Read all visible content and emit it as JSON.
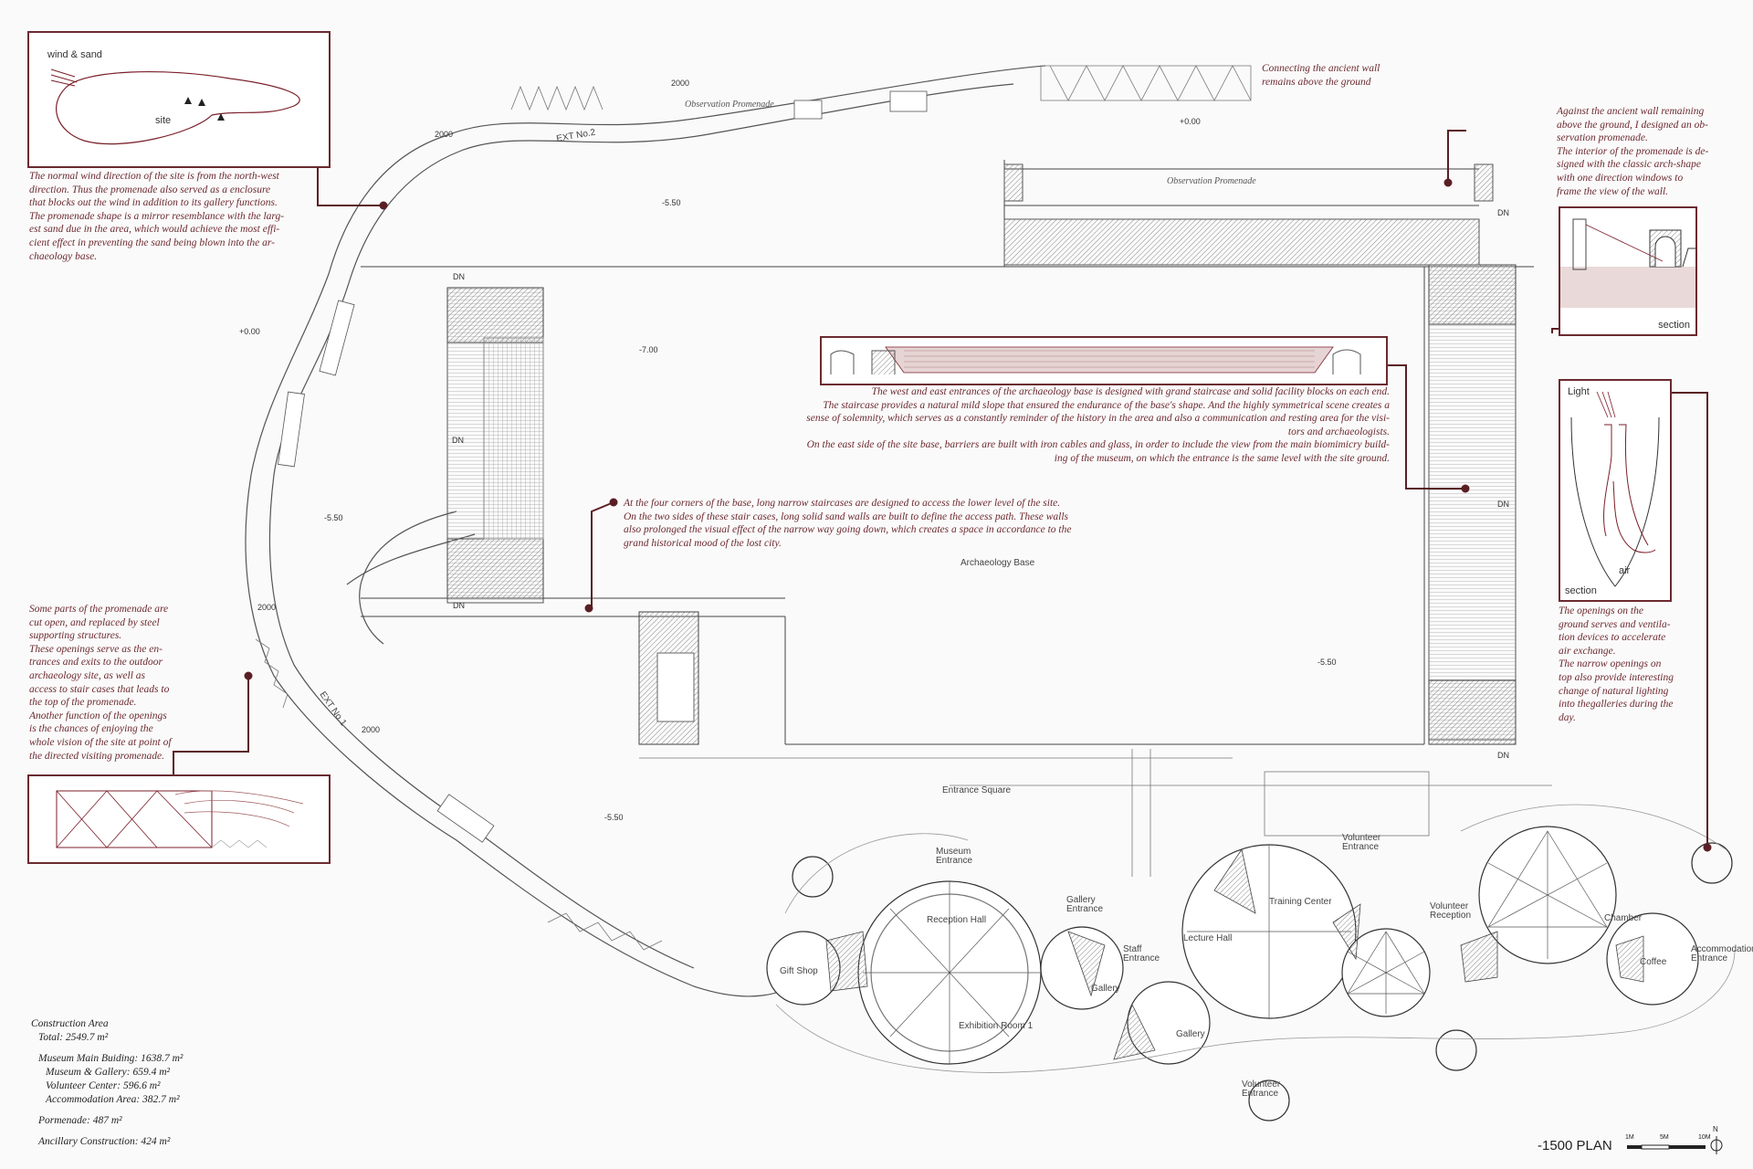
{
  "plan": {
    "title": "-1500 PLAN",
    "scale_labels": [
      "1M",
      "5M",
      "10M"
    ],
    "north": "N"
  },
  "insets": {
    "wind": {
      "title": "wind & sand",
      "site_label": "site"
    },
    "vault": {
      "label": "section"
    },
    "light": {
      "light_label": "Light",
      "air_label": "air",
      "section_label": "section"
    }
  },
  "notes": {
    "wind": "The normal wind direction of the site is from the north-west\ndirection. Thus the promenade also served as a enclosure\nthat blocks out the wind in addition to its gallery functions.\nThe promenade shape is a mirror resemblance with the larg-\nest sand due in the area, which would achieve the most effi-\ncient effect in preventing the sand being blown into the ar-\nchaeology base.",
    "wall": "Connecting the ancient wall\nremains above the ground",
    "promenade_right": "Against the ancient wall remaining\nabove the ground, I designed an ob-\nservation promenade.\nThe interior of the promenade is de-\nsigned with the classic arch-shape\nwith one direction windows to\nframe the view of the wall.",
    "staircase": "The west and east entrances of the archaeology base is designed with grand staircase and solid facility blocks on each end.\nThe staircase provides a natural mild slope that ensured the endurance of the base's shape. And the highly symmetrical scene creates a\nsense of solemnity, which serves as a constantly reminder of the history in the area and also a communication and resting area for the visi-\ntors and archaeologists.\nOn the east side of the site base, barriers are built with iron cables and glass, in order to include the view from the main biomimicry build-\ning of the museum, on which the entrance is the same level with the site ground.",
    "corners": "At the four corners of the base, long narrow staircases are designed to access the lower level of the site.\nOn the two sides of these stair cases, long solid sand walls are built to define the access path. These walls\nalso prolonged the visual effect of the narrow way going down, which creates a space in accordance to the\ngrand historical mood of the lost city.",
    "openings_left": "Some parts of the promenade are\ncut open, and replaced by steel\nsupporting structures.\nThese openings serve as the en-\ntrances and exits to the outdoor\narchaeology site, as well as\naccess to stair cases that leads to\nthe top of the promenade.\nAnother function of the openings\nis the chances of enjoying the\nwhole vision of the site at point of\nthe directed visiting promenade.",
    "openings_right": "The openings on the\nground serves and ventila-\ntion devices to accelerate\nair exchange.\nThe narrow openings on\ntop also provide interesting\nchange of natural lighting\ninto thegalleries during the\nday."
  },
  "labels": {
    "obs_prom_top": "Observation Promenade",
    "obs_prom_right": "Observation Promenade",
    "archaeology_base": "Archaeology Base",
    "entrance_square": "Entrance Square",
    "exit2": "EXT No.2",
    "exit1": "EXT No.1",
    "museum_entrance": "Museum\nEntrance",
    "reception_hall": "Reception Hall",
    "gift_shop": "Gift Shop",
    "exhibition_room": "Exhibition Room 1",
    "gallery_entrance": "Gallery\nEntrance",
    "staff_entrance": "Staff\nEntrance",
    "gallery_1": "Gallery",
    "gallery_2": "Gallery",
    "lecture_hall": "Lecture Hall",
    "training_center": "Training Center",
    "volunteer_entrance_top": "Volunteer\nEntrance",
    "volunteer_entrance_bottom": "Volunteer\nEntrance",
    "volunteer_reception": "Volunteer\nReception",
    "chamber": "Chamber",
    "coffee": "Coffee",
    "accommodation_entrance": "Accommodation\nEntrance",
    "dn": "DN"
  },
  "levels": [
    "+0.00",
    "-5.50",
    "+0.00",
    "-7.00",
    "-5.50",
    "-5.50",
    "-5.50"
  ],
  "dims": [
    "2000",
    "2000",
    "2000",
    "2000"
  ],
  "construction_area": {
    "heading": "Construction Area",
    "total": "Total: 2549.7 m²",
    "main": "Museum Main Buiding: 1638.7 m²",
    "gallery": "Museum & Gallery: 659.4 m²",
    "volunteer": "Volunteer Center: 596.6 m²",
    "accommodation": "Accommodation Area: 382.7 m²",
    "promenade": "Pormenade: 487 m²",
    "ancillary": "Ancillary Construction: 424 m²"
  }
}
